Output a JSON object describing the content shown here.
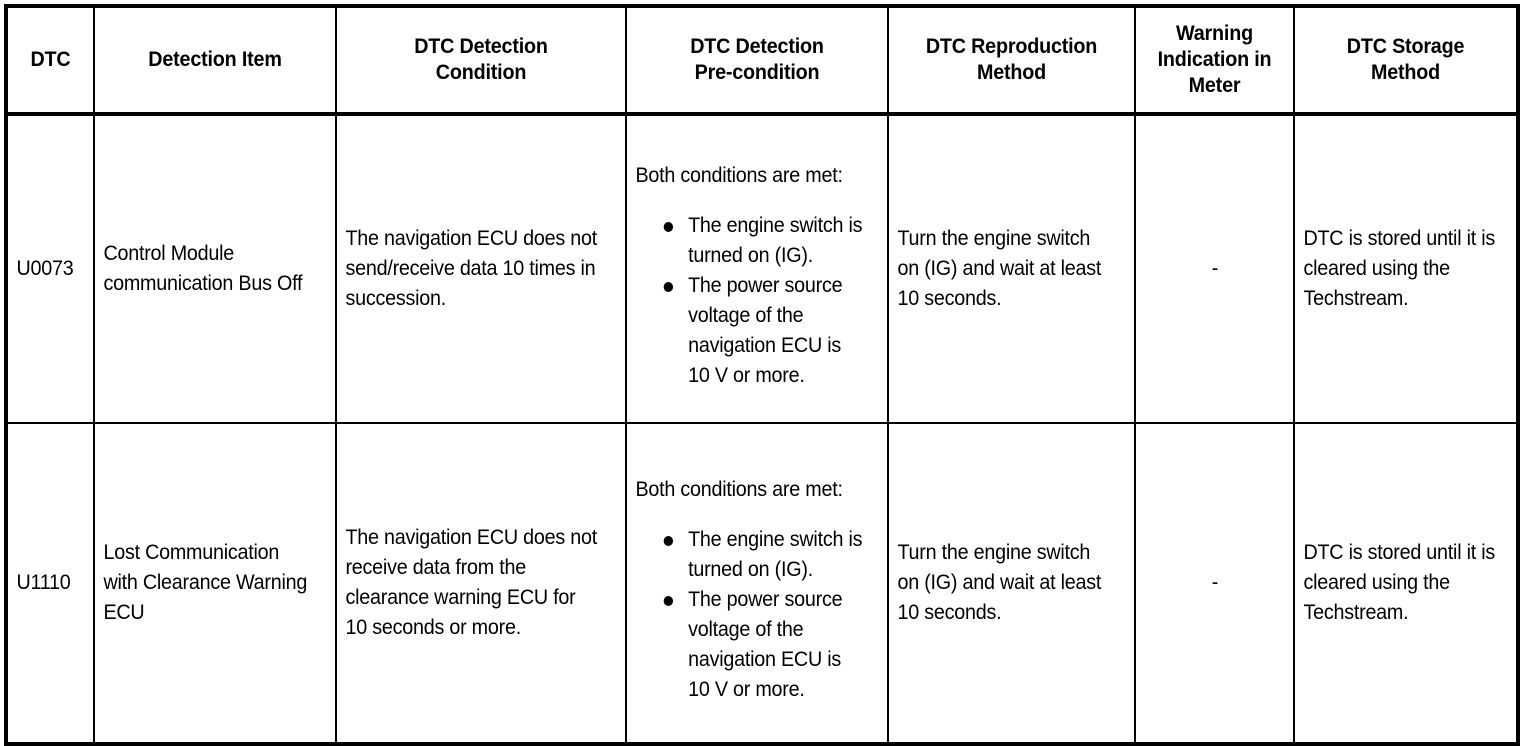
{
  "table": {
    "columns": [
      {
        "key": "dtc",
        "label": "DTC"
      },
      {
        "key": "item",
        "label": "Detection Item"
      },
      {
        "key": "cond",
        "label": "DTC Detection Condition"
      },
      {
        "key": "pre",
        "label": "DTC Detection Pre-condition"
      },
      {
        "key": "repro",
        "label": "DTC Reproduction Method"
      },
      {
        "key": "warn",
        "label": "Warning Indication in Meter"
      },
      {
        "key": "storage",
        "label": "DTC Storage Method"
      }
    ],
    "headers": {
      "dtc": "DTC",
      "item": "Detection Item",
      "cond_line1": "DTC Detection",
      "cond_line2": "Condition",
      "pre_line1": "DTC Detection",
      "pre_line2": "Pre-condition",
      "repro_line1": "DTC Reproduction",
      "repro_line2": "Method",
      "warn_line1": "Warning",
      "warn_line2": "Indication in",
      "warn_line3": "Meter",
      "storage_line1": "DTC Storage",
      "storage_line2": "Method"
    },
    "rows": [
      {
        "dtc": "U0073",
        "item": "Control Module communication Bus Off",
        "cond": "The navigation ECU does not send/receive data 10 times in succession.",
        "pre_intro": "Both conditions are met:",
        "pre_bullets": [
          "The engine switch is turned on (IG).",
          "The power source voltage of the navigation ECU is 10 V or more."
        ],
        "repro": "Turn the engine switch on (IG) and wait at least 10 seconds.",
        "warn": "-",
        "storage": "DTC is stored until it is cleared using the Techstream."
      },
      {
        "dtc": "U1110",
        "item": "Lost Communication with Clearance Warning ECU",
        "cond": "The navigation ECU does not receive data from the clearance warning ECU for 10 seconds or more.",
        "pre_intro": "Both conditions are met:",
        "pre_bullets": [
          "The engine switch is turned on (IG).",
          "The power source voltage of the navigation ECU is 10 V or more."
        ],
        "repro": "Turn the engine switch on (IG) and wait at least 10 seconds.",
        "warn": "-",
        "storage": "DTC is stored until it is cleared using the Techstream."
      }
    ]
  },
  "style": {
    "text_color": "#000000",
    "background_color": "#ffffff",
    "border_color": "#000000"
  }
}
